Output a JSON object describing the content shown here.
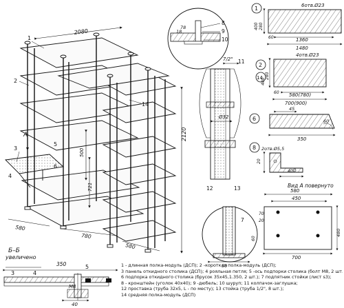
{
  "main_view": {
    "dim_top": "2080",
    "dim_height": "2120",
    "dim_mid_height": "500",
    "dim_low_height": "721",
    "dim_depth_left": "580",
    "dim_depth_mid": "780",
    "dim_depth_right": "580",
    "arrow_a": "А",
    "callouts": [
      "1",
      "2",
      "3",
      "14",
      "4",
      "5",
      "6"
    ]
  },
  "section_bb": {
    "title": "Б–Б",
    "subtitle": "увеличено",
    "dim_width": "350",
    "dim_inner": "40",
    "callouts": [
      "3",
      "4",
      "5"
    ],
    "bolt_label": "М8"
  },
  "detail_top": {
    "callouts": [
      "8",
      "9",
      "10"
    ],
    "dim_18": "18",
    "dim_78": "78"
  },
  "detail_post": {
    "dim_top": "7/2\"",
    "dim_dia": "Ø32",
    "callouts": [
      "11",
      "12",
      "13"
    ]
  },
  "detail_bottom": {
    "dim_50": "50",
    "callouts": [
      "7"
    ]
  },
  "part1": {
    "number": "1",
    "holes": "6отв.Ø23",
    "dim_400": "400",
    "dim_280": "280",
    "dim_60": "60",
    "dim_inner": "1360",
    "dim_outer": "1480"
  },
  "part2": {
    "number": "2",
    "sub": "14",
    "holes": "4отв.Ø23",
    "dim_400": "400",
    "dim_280": "280",
    "dim_60": "60",
    "dim_inner": "580(780)",
    "dim_outer": "700(900)"
  },
  "part6": {
    "number": "6",
    "dim_45": "45",
    "dim_60": "60",
    "dim_350": "350"
  },
  "part8": {
    "number": "8",
    "holes": "2отв.Ø5,5",
    "dim_20": "20",
    "dim_40": "40",
    "view_label": "Вид А повернуто"
  },
  "base_plate": {
    "dim_580": "580",
    "dim_450": "450",
    "dim_70": "70",
    "dim_20": "20",
    "dim_60": "60",
    "dim_480": "480",
    "dim_700": "700"
  },
  "legend": [
    "1 - длинная полка-модуль (ДСП); 2 -короткая полка-модуль (ДСП);",
    "3 панель откидного столика (ДСП); 4 рояльная петля; 5 -ось подпорки столика (болт М8, 2 шт.);",
    "6 подпорка откидного столика (брусок 35х45,1.350, 2 шт.); 7 подпятник стойки (лист s3);",
    "8 - кронштейн (уголок 40х40); 9 -дюбель; 10 шуруп; 11 колпачок-заглушка;",
    "12 проставка (труба 32х5, L - по месту); 13 стойка (труба 1/2\", 8 шт.);",
    "14 средняя полка-модуль (ДСП)"
  ]
}
